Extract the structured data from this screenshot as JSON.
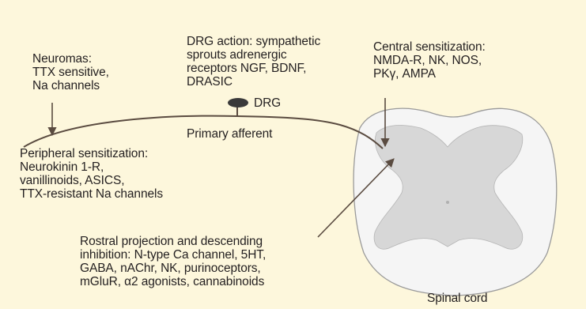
{
  "labels": {
    "neuromas": "Neuromas:\nTTX sensitive,\nNa channels",
    "drg_action": "DRG action: sympathetic\nsprouts adrenergic\nreceptors NGF, BDNF,\nDRASIC",
    "drg": "DRG",
    "central_sensitization": "Central sensitization:\nNMDA-R, NK, NOS,\nPKγ, AMPA",
    "primary_afferent": "Primary afferent",
    "peripheral_sensitization": "Peripheral sensitization:\nNeurokinin 1-R,\nvanillinoids, ASICS,\nTTX-resistant Na channels",
    "rostral_projection": "Rostral projection and descending\ninhibition: N-type Ca channel, 5HT,\nGABA, nAChr, NK, purinoceptors,\nmGluR, α2 agonists, cannabinoids",
    "spinal_cord": "Spinal cord"
  },
  "colors": {
    "background": "#fdf7dc",
    "white_matter": "#f5f5f5",
    "grey_matter": "#d7d7d7",
    "ganglion": "#3a3a3a",
    "line": "#5a4b40",
    "text": "#231f20"
  }
}
